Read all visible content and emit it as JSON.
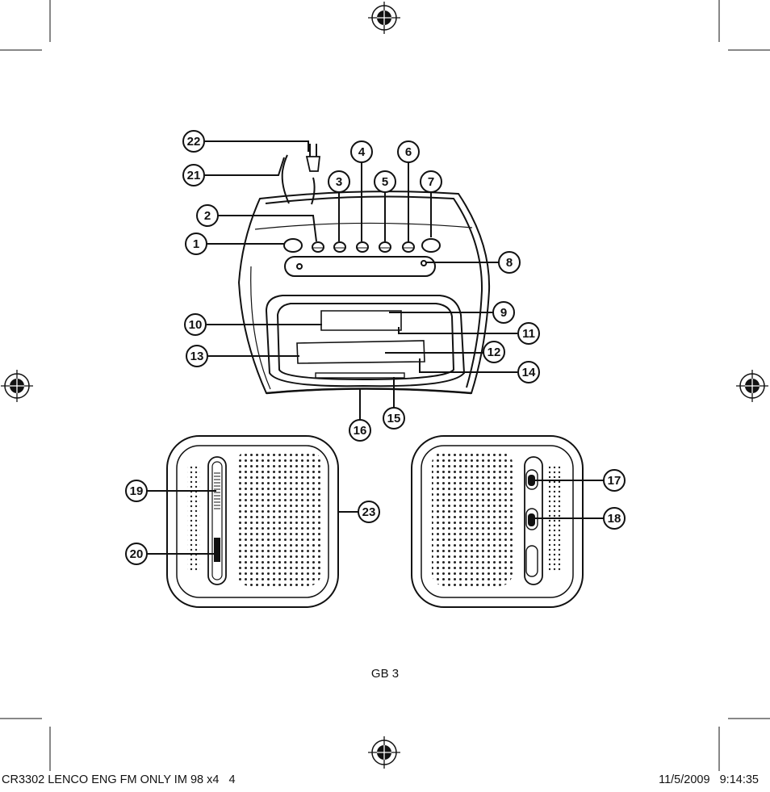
{
  "page_label": "GB 3",
  "footer": {
    "left": "CR3302 LENCO ENG FM ONLY IM 98 x4   4",
    "right": "11/5/2009   9:14:35"
  },
  "diagram": {
    "callouts": [
      "1",
      "2",
      "3",
      "4",
      "5",
      "6",
      "7",
      "8",
      "9",
      "10",
      "11",
      "12",
      "13",
      "14",
      "15",
      "16",
      "17",
      "18",
      "19",
      "20",
      "21",
      "22",
      "23"
    ]
  },
  "icons": [
    "registration-mark-icon",
    "crop-mark-icon"
  ],
  "colors": {
    "ink": "#111111",
    "background": "#ffffff"
  }
}
